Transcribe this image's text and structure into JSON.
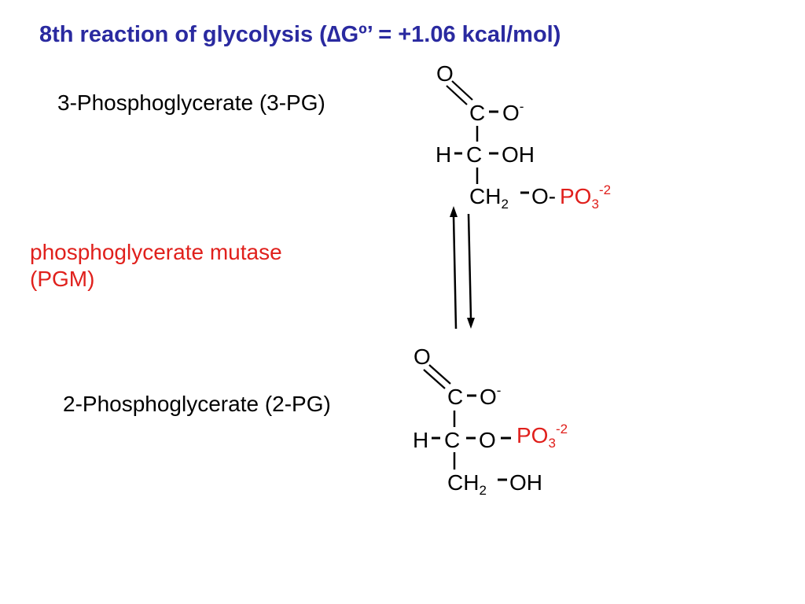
{
  "title": {
    "text_prefix": "8th reaction of glycolysis (",
    "delta_symbol": "∆",
    "text_suffix": "Gº’ = +1.06 kcal/mol)",
    "color": "#2a2aa0"
  },
  "compound_top": {
    "name": "3-Phosphoglycerate (3-PG)",
    "atoms": {
      "carbonyl_o": "O",
      "c1": "C",
      "o_minus": "O",
      "o_minus_charge": "-",
      "h": "H",
      "c2": "C",
      "oh": "OH",
      "ch2": "CH",
      "ch2_sub": "2",
      "o_link": "O-",
      "po3": "PO",
      "po3_sub": "3",
      "po3_charge": "-2"
    }
  },
  "enzyme": {
    "line1": "phosphoglycerate mutase",
    "line2": "(PGM)",
    "color": "#e0201c"
  },
  "compound_bottom": {
    "name": "2-Phosphoglycerate (2-PG)",
    "atoms": {
      "carbonyl_o": "O",
      "c1": "C",
      "o_minus": "O",
      "o_minus_charge": "-",
      "h": "H",
      "c2": "C",
      "o": "O",
      "po3": "PO",
      "po3_sub": "3",
      "po3_charge": "-2",
      "ch2": "CH",
      "ch2_sub": "2",
      "oh": "OH"
    }
  },
  "colors": {
    "phosphate": "#e0201c",
    "bond": "#000000"
  }
}
